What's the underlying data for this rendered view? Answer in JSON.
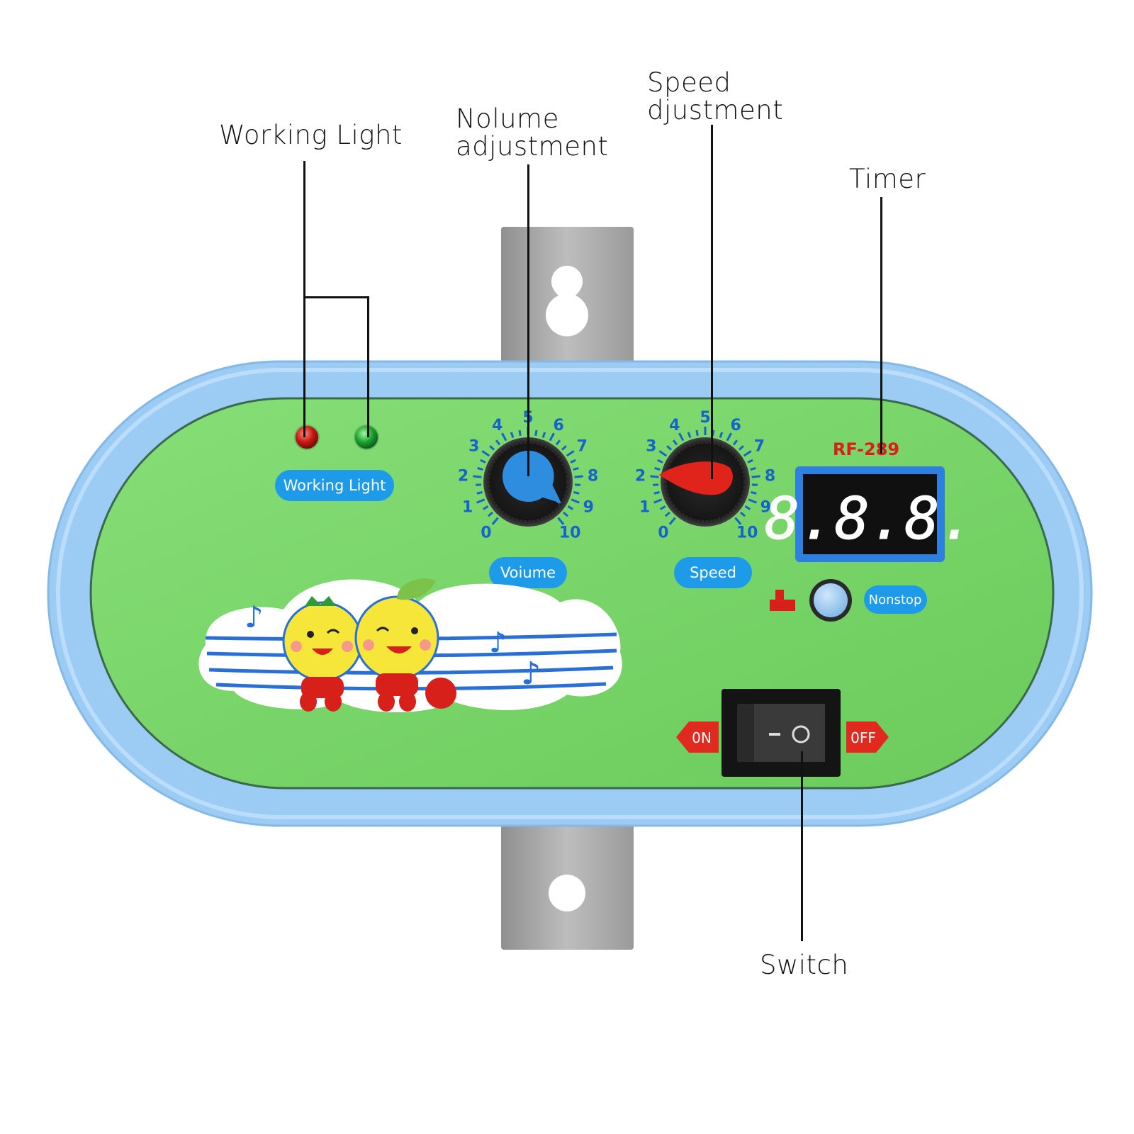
{
  "callouts": {
    "working_light": "Working Light",
    "volume_line1": "Nolume",
    "volume_line2": "adjustment",
    "speed_line1": "Speed",
    "speed_line2": "djustment",
    "timer": "Timer",
    "switch": "Switch"
  },
  "panel": {
    "working_light_label": "Working Light",
    "volume_label": "Voiume",
    "speed_label": "Speed",
    "model": "RF-289",
    "display": "8.8.8.",
    "nonstop_label": "Nonstop",
    "on_label": "0N",
    "off_label": "0FF"
  },
  "dial_scale": [
    "0",
    "1",
    "2",
    "3",
    "4",
    "5",
    "6",
    "7",
    "8",
    "9",
    "10"
  ],
  "colors": {
    "panel_green": "#7ed86e",
    "frame_blue": "#9ccbf4",
    "label_blue": "#1e9be8",
    "scale_blue": "#1565c8",
    "volume_knob": "#2f8de0",
    "speed_knob": "#e0231b",
    "model_red": "#d8201a",
    "arrow_red": "#e02a1f"
  }
}
